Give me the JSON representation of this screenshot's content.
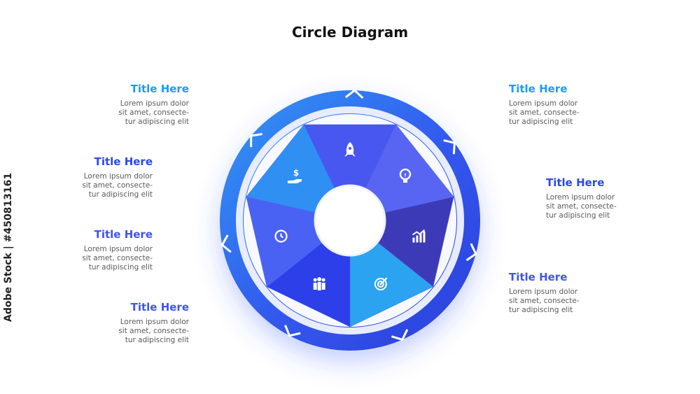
{
  "title": "Circle Diagram",
  "side_text": "Adobe Stock | #450813161",
  "colors": {
    "segment_colors": [
      "#4757f0",
      "#5865f2",
      "#3d3ab8",
      "#2ba3f0",
      "#2c3fe8",
      "#4a62f4",
      "#2f8ff3"
    ],
    "title_colors": [
      "#1b9df0",
      "#2b49e6",
      "#3f55ea",
      "#3f55ea",
      "#1b9df0",
      "#2b49e6",
      "#3f55ea"
    ]
  },
  "items": [
    {
      "title": "Title Here",
      "lines": [
        "Lorem ipsum dolor",
        "sit amet, consecte-",
        "tur adipiscing elit"
      ]
    },
    {
      "title": "Title Here",
      "lines": [
        "Lorem ipsum dolor",
        "sit amet, consecte-",
        "tur adipiscing elit"
      ]
    },
    {
      "title": "Title Here",
      "lines": [
        "Lorem ipsum dolor",
        "sit amet, consecte-",
        "tur adipiscing elit"
      ]
    },
    {
      "title": "Title Here",
      "lines": [
        "Lorem ipsum dolor",
        "sit amet, consecte-",
        "tur adipiscing elit"
      ]
    },
    {
      "title": "Title Here",
      "lines": [
        "Lorem ipsum dolor",
        "sit amet, consecte-",
        "tur adipiscing elit"
      ]
    },
    {
      "title": "Title Here",
      "lines": [
        "Lorem ipsum dolor",
        "sit amet, consecte-",
        "tur adipiscing elit"
      ]
    },
    {
      "title": "Title Here",
      "lines": [
        "Lorem ipsum dolor",
        "sit amet, consecte-",
        "tur adipiscing elit"
      ]
    }
  ],
  "segments": [
    {
      "icon": "rocket-icon"
    },
    {
      "icon": "lightbulb-icon"
    },
    {
      "icon": "growth-chart-icon"
    },
    {
      "icon": "target-icon"
    },
    {
      "icon": "team-icon"
    },
    {
      "icon": "phone-clock-icon"
    },
    {
      "icon": "money-hand-icon"
    }
  ]
}
